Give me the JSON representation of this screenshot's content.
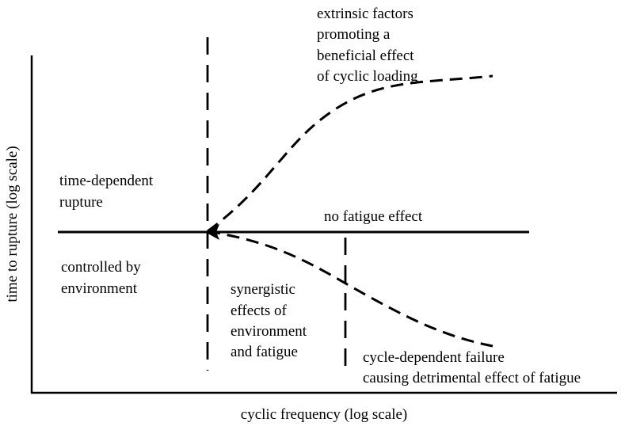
{
  "axes": {
    "x_label": "cyclic frequency (log scale)",
    "y_label": "time to rupture (log scale)"
  },
  "labels": {
    "extrinsic": [
      "extrinsic factors",
      "promoting a",
      "beneficial effect",
      "of cyclic loading"
    ],
    "time_dependent": [
      "time-dependent",
      "rupture"
    ],
    "no_fatigue": "no fatigue effect",
    "controlled": [
      "controlled by",
      "environment"
    ],
    "synergistic": [
      "synergistic",
      "effects of",
      "environment",
      "and fatigue"
    ],
    "cycle_dependent": [
      "cycle-dependent failure",
      "causing detrimental effect of fatigue"
    ]
  },
  "colors": {
    "ink": "#000000",
    "background": "#ffffff"
  }
}
